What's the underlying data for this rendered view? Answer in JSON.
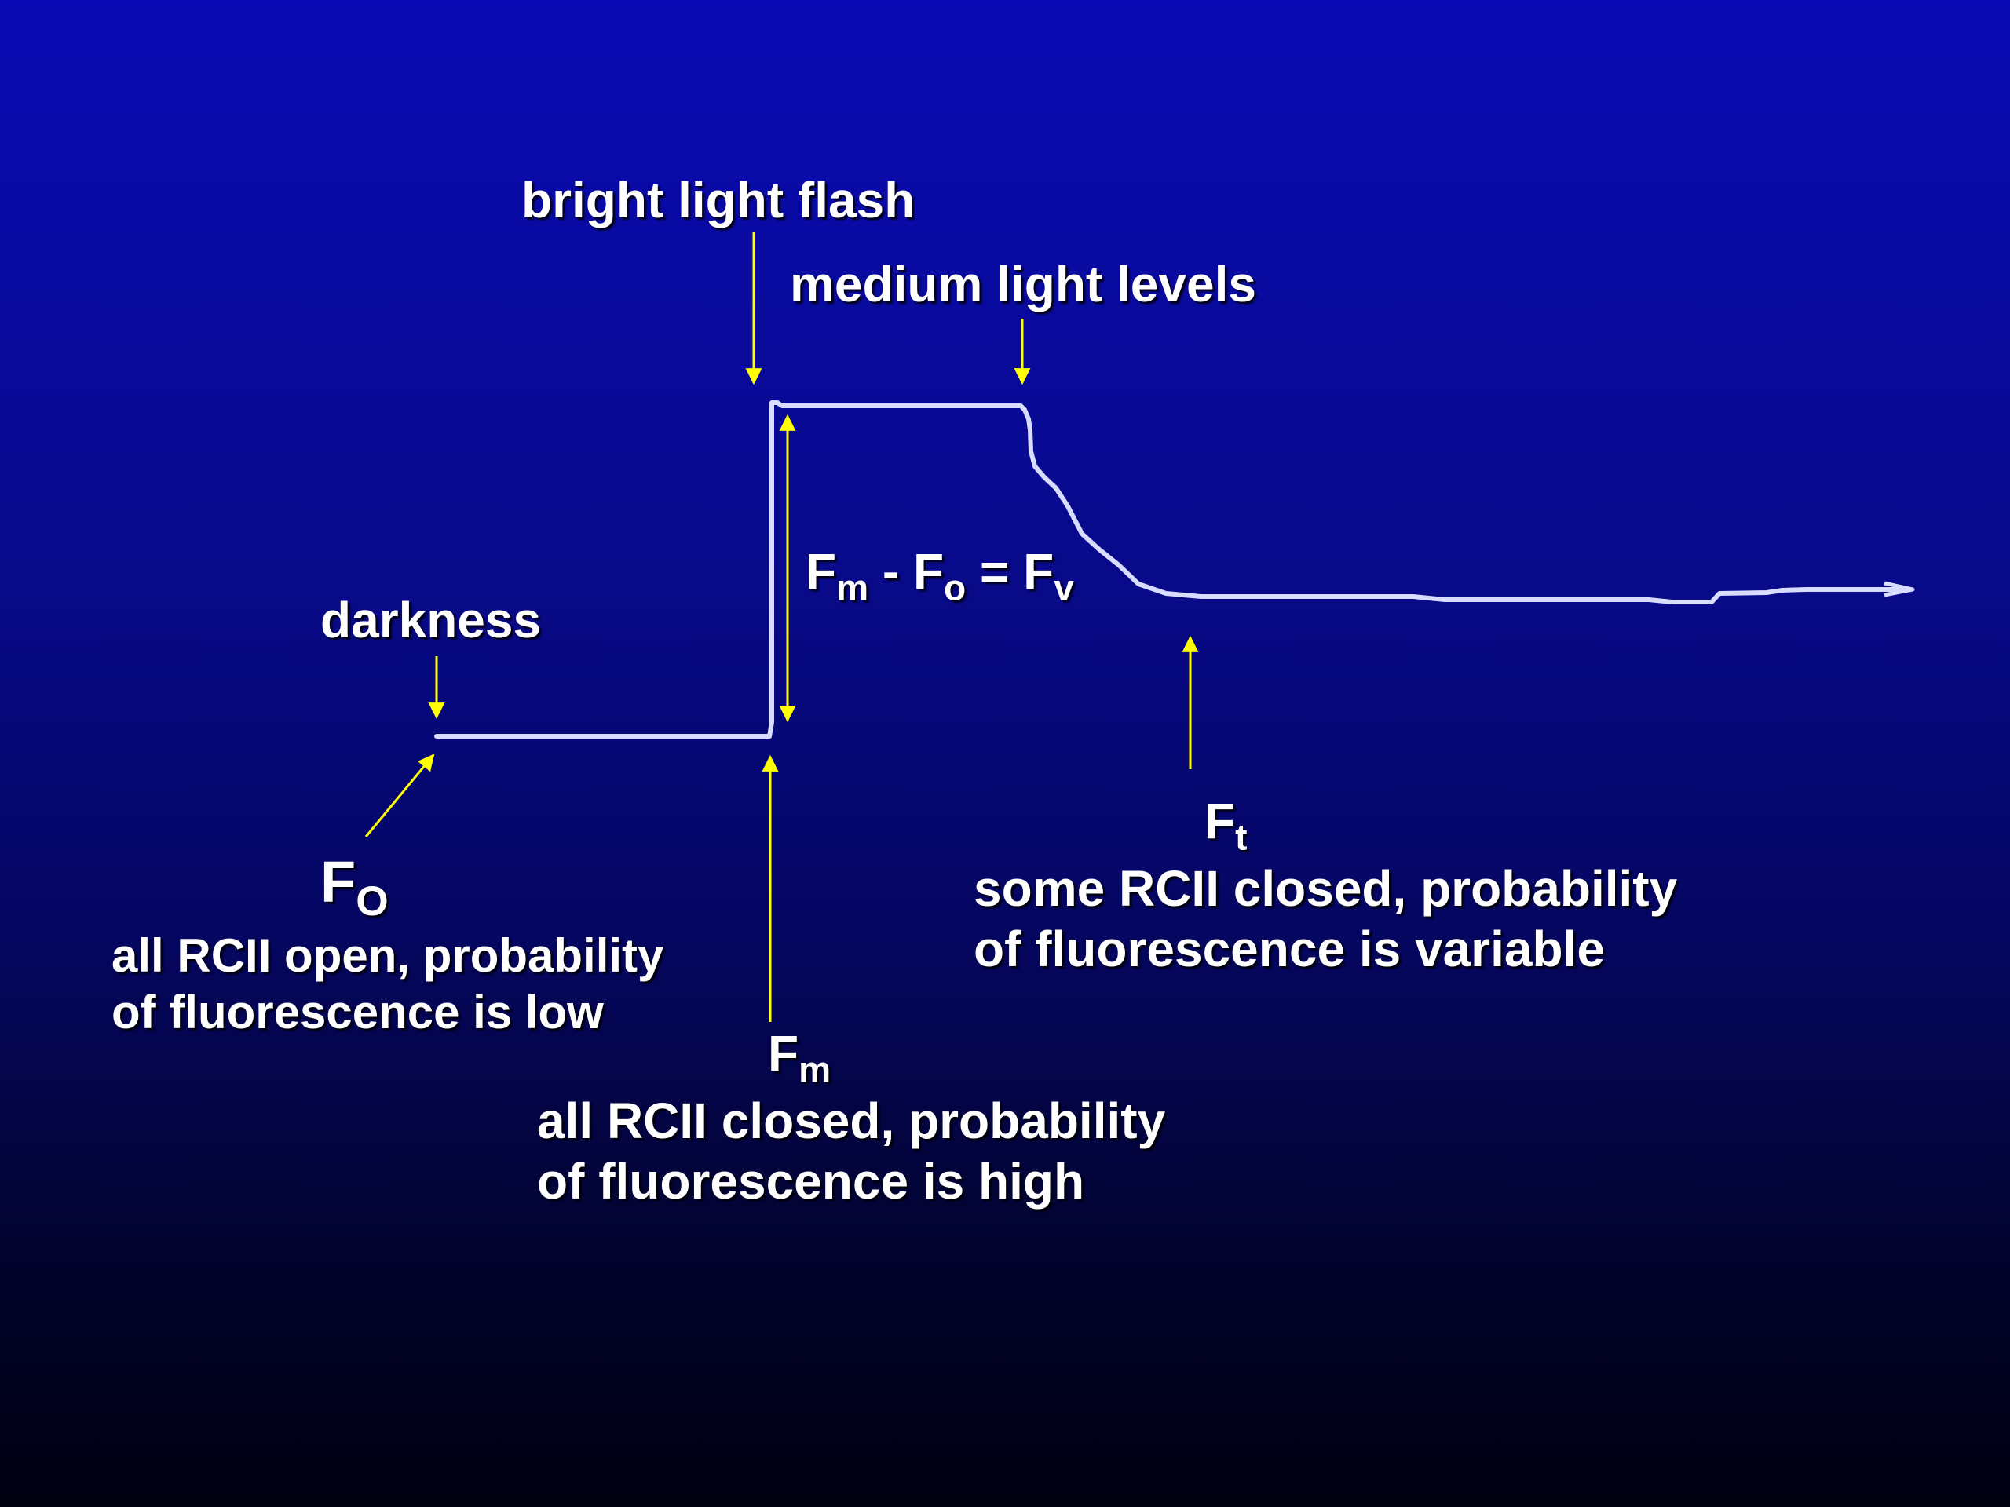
{
  "labels": {
    "bright_flash": "bright light flash",
    "medium_light": "medium light levels",
    "darkness": "darkness",
    "fv_equation": {
      "F1": "F",
      "s1": "m",
      "minus": " - ",
      "F2": "F",
      "s2": "o",
      "eq": " = ",
      "F3": "F",
      "s3": "v"
    },
    "fo": {
      "letter": "F",
      "sub": "O",
      "line1": "all RCII open, probability",
      "line2": "of fluorescence is low"
    },
    "fm": {
      "letter": "F",
      "sub": "m",
      "line1": "all RCII closed, probability",
      "line2": "of fluorescence is high"
    },
    "ft": {
      "letter": "F",
      "sub": "t",
      "line1": "some RCII closed, probability",
      "line2": "of fluorescence is variable"
    }
  },
  "colors": {
    "trace": "#d8dcff",
    "arrow": "#ffff00",
    "text": "#ffffff"
  }
}
